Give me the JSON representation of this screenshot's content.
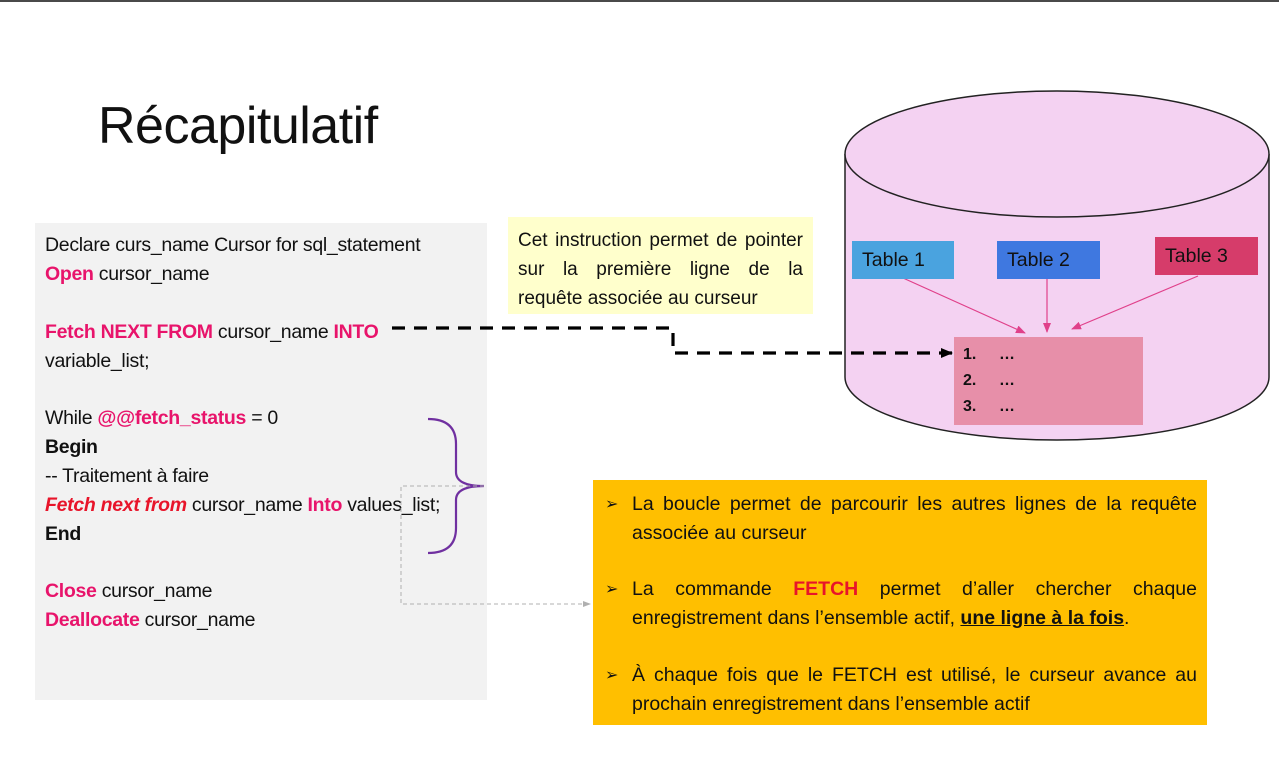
{
  "slide": {
    "title": "Récapitulatif"
  },
  "code": {
    "line1": "Declare curs_name Cursor for sql_statement",
    "line2_kw": "Open",
    "line2_rest": " cursor_name",
    "line3_kw": "Fetch NEXT FROM",
    "line3_mid": " cursor_name ",
    "line3_kw2": "INTO",
    "line4": "variable_list;",
    "line5_pre": "While ",
    "line5_kw": "@@fetch_status",
    "line5_rest": " = 0",
    "line6": "Begin",
    "line7": " -- Traitement à faire",
    "line8_kw": "Fetch next from",
    "line8_mid": " cursor_name ",
    "line8_kw2": "Into",
    "line8_rest": " values_list;",
    "line9": "End",
    "line10_kw": "Close",
    "line10_rest": " cursor_name",
    "line11_kw": "Deallocate",
    "line11_rest": " cursor_name"
  },
  "note": {
    "text": "Cet instruction permet de pointer sur la première ligne de la requête associée au curseur"
  },
  "database": {
    "tables": [
      "Table 1",
      "Table 2",
      "Table 3"
    ],
    "result_rows": [
      {
        "num": "1.",
        "val": "…"
      },
      {
        "num": "2.",
        "val": "…"
      },
      {
        "num": "3.",
        "val": "…"
      }
    ]
  },
  "info": {
    "bullet_icon": "arrow-bullet-icon",
    "b1": "La boucle permet de parcourir les autres lignes de la requête associée au curseur",
    "b2_pre": "La commande ",
    "b2_kw": "FETCH",
    "b2_mid": " permet d’aller chercher chaque enregistrement dans l’ensemble actif, ",
    "b2_ul": "une ligne à la fois",
    "b2_end": ".",
    "b3": "À chaque fois que le FETCH est utilisé, le curseur avance au prochain enregistrement dans l’ensemble actif"
  },
  "colors": {
    "keyword": "#e8146b",
    "keyword_italic": "#e8142a",
    "db_fill": "#f4d2f2",
    "table1": "#4aa3df",
    "table2": "#3f78e0",
    "table3": "#d63c6a",
    "results": "#e78fa9",
    "info_bg": "#ffbf00",
    "note_bg": "#ffffcc",
    "brace": "#7030a0"
  }
}
